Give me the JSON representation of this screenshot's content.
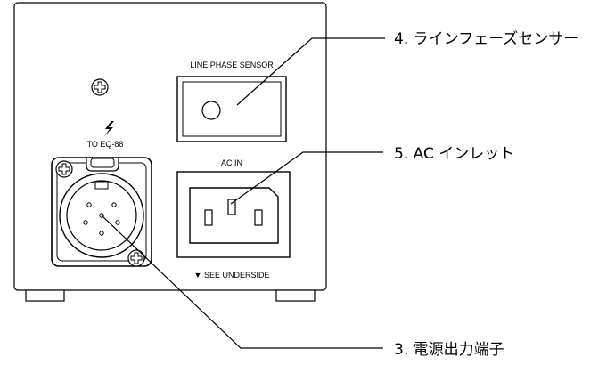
{
  "panel": {
    "line_phase_sensor_label": "LINE PHASE SENSOR",
    "to_eq_label": "TO EQ-88",
    "ac_in_label": "AC IN",
    "see_underside_label": "▼ SEE UNDERSIDE",
    "lightning_icon": "lightning-bolt-icon",
    "screw_icon": "phillips-screw-icon"
  },
  "callouts": [
    {
      "text": "4. ラインフェーズセンサー"
    },
    {
      "text": "5. AC インレット"
    },
    {
      "text": "3. 電源出力端子"
    }
  ]
}
